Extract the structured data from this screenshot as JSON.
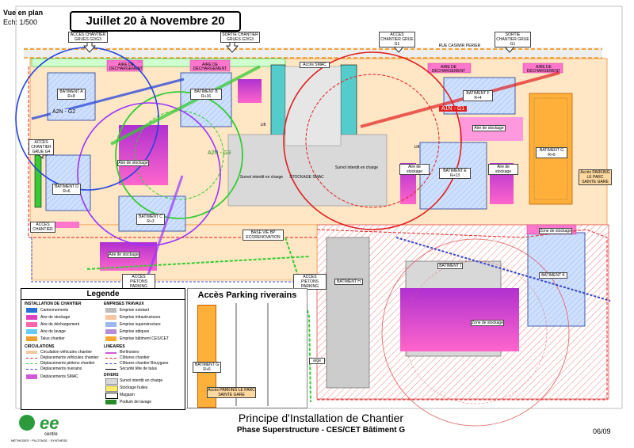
{
  "header": {
    "view": "Vue en plan",
    "scale": "Ech: 1/500",
    "period": "Juillet 20 à Novembre 20"
  },
  "title": {
    "main": "Principe d'Installation de Chantier",
    "sub": "Phase Superstructure - CES/CET Bâtiment G",
    "page": "06/09"
  },
  "logo": {
    "text": "centre",
    "tagline": "MÉTHODES · PILOTAGE · SYNTHÈSE"
  },
  "labels": {
    "acces_chantier_g2g3": "ACCES CHANTIER GRUES G2/G3",
    "sortie_chantier_g2g3": "SORTIE CHANTIER GRUES G2/G3",
    "acces_chantier_g1": "ACCES CHANTIER GRUE G1",
    "sortie_chantier_g1": "SORTIE CHANTIER GRUE G1",
    "acces_chantier_g4": "ACCES CHANTIER GRUE G4",
    "acces_chantier": "ACCES CHANTIER",
    "rue_casimir": "RUE CASIMIR PERIER",
    "acces_smac": "Accès SMAC",
    "bat_a": "BATIMENT A R+8",
    "bat_b": "BATIMENT B R+16",
    "bat_c": "BATIMENT C R+3",
    "bat_d": "BATIMENT D R+6",
    "bat_e": "BATIMENT E R+13",
    "bat_f": "BATIMENT F R+4",
    "bat_g": "BATIMENT G R+6",
    "bat_h": "BATIMENT H",
    "bat_i": "BATIMENT I",
    "bat_k": "BATIMENT K",
    "crane_a2n_g2": "A2N - G2",
    "crane_a2n_g3": "A2N - G3",
    "crane_a1n_g1": "A1N - G1",
    "aire_stockage": "Aire de stockage",
    "zone_stockage": "Zone de stockage",
    "aire_dechargement": "AIRE DE DÉCHARGEMENT",
    "survol_interdit": "Survol interdit en charge",
    "stockage_smac": "STOCKAGE SMAC",
    "base_vie": "BASE VIE BP ECORENOVATION",
    "acces_pietons_parking": "ACCES PIETONS PARKING",
    "acces_parking_gare": "Accès PARKING LE PARC SAINTE GARE",
    "acces_parking_riverains": "Accès Parking riverains",
    "lift": "Lift",
    "arge": "arge"
  },
  "legend": {
    "title": "Legende",
    "col1_title": "INSTALLATION DE CHANTIER",
    "col1": [
      "Cantonnements",
      "Aire de stockage",
      "Aire de déchargement",
      "Aire de lavage",
      "Talus chantier"
    ],
    "circ_title": "CIRCULATIONS",
    "circ": [
      "Circulation véhicules chantier",
      "Déplacements véhicules chantier",
      "Déplacements piétons chantier",
      "Déplacements riverains",
      "Déplacements SMAC"
    ],
    "col2_title": "EMPRISES TRAVAUX",
    "col2": [
      "Emprise existant",
      "Emprise infrastructures",
      "Emprise superstructure",
      "Emprise attiques",
      "Emprise bâtiment CES/CET"
    ],
    "lin_title": "LINEAIRES",
    "lin": [
      "Berlinoises",
      "Clôtures chantier",
      "Clôtures chantier Bouygues",
      "Sécurité tête de talus"
    ],
    "div_title": "DIVERS",
    "div": [
      "Survol interdit en charge",
      "Stockage huiles",
      "Magasin",
      "Podium de lavage"
    ],
    "colors": {
      "cantonnement": "#2a6fd6",
      "stockage": "#e040c0",
      "dechargement": "#ff66aa",
      "lavage": "#66ccff",
      "talus": "#f0a030",
      "existant": "#bbbbbb",
      "infra": "#f5c6a0",
      "super": "#9db8ef",
      "attiques": "#b58cd8",
      "ces": "#ffaa33"
    }
  },
  "colors": {
    "orange_zone": "#ffd8a8",
    "blue_bldg": "#a8c4f2",
    "magenta": "#d05ad8",
    "pink": "#ff77cc",
    "green": "#33cc33",
    "red": "#e02020",
    "purple": "#9933ff",
    "blue_circle": "#2244dd",
    "cyan": "#66d0d8"
  }
}
